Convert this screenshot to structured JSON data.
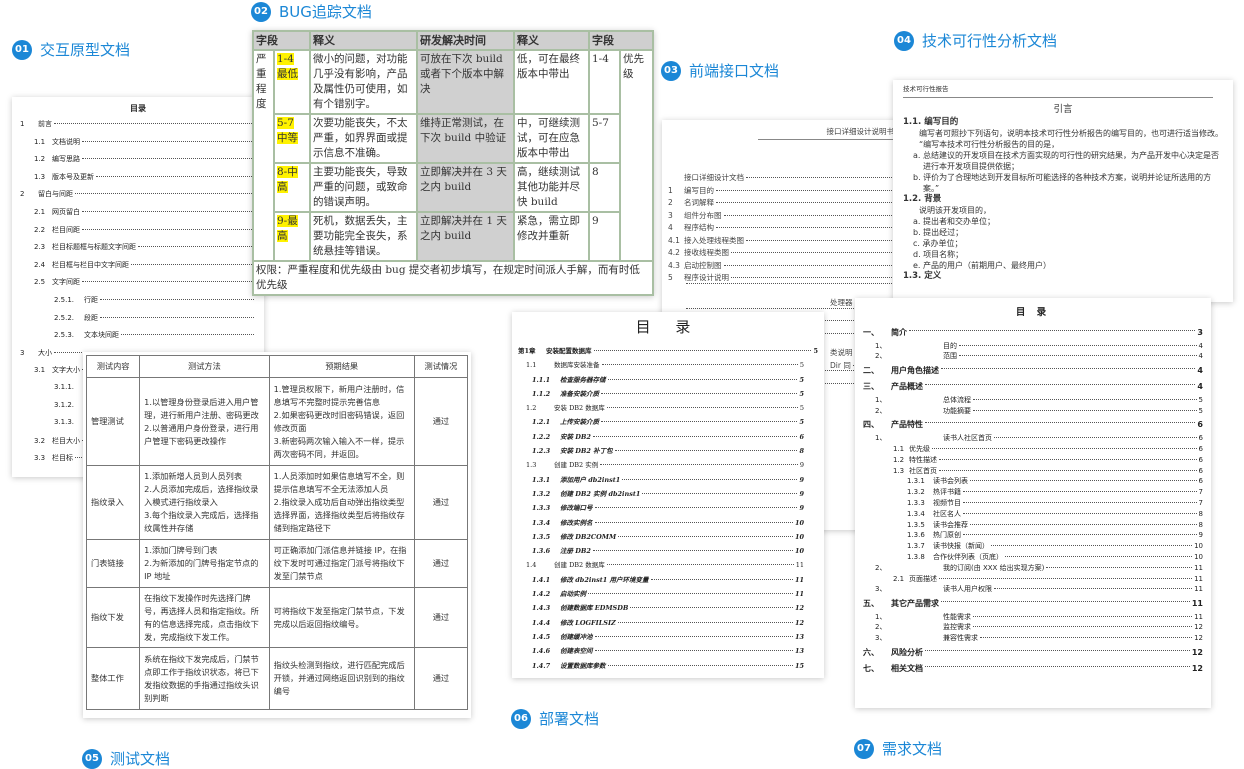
{
  "labels": [
    {
      "num": "01",
      "text": "交互原型文档"
    },
    {
      "num": "02",
      "text": "BUG追踪文档"
    },
    {
      "num": "03",
      "text": "前端接口文档"
    },
    {
      "num": "04",
      "text": "技术可行性分析文档"
    },
    {
      "num": "05",
      "text": "测试文档"
    },
    {
      "num": "06",
      "text": "部署文档"
    },
    {
      "num": "07",
      "text": "需求文档"
    }
  ],
  "doc01": {
    "title": "目录",
    "items": [
      {
        "num": "1",
        "text": "前言",
        "level": 0
      },
      {
        "num": "1.1",
        "text": "文档说明",
        "level": 1
      },
      {
        "num": "1.2",
        "text": "编写思路",
        "level": 1
      },
      {
        "num": "1.3",
        "text": "版本号及更新",
        "level": 1
      },
      {
        "num": "2",
        "text": "留白与间距",
        "level": 0
      },
      {
        "num": "2.1",
        "text": "网页留白",
        "level": 1
      },
      {
        "num": "2.2",
        "text": "栏目间距",
        "level": 1
      },
      {
        "num": "2.3",
        "text": "栏目标题框与标题文字间距",
        "level": 1
      },
      {
        "num": "2.4",
        "text": "栏目框与栏目中文字间距",
        "level": 1
      },
      {
        "num": "2.5",
        "text": "文字间距",
        "level": 1
      },
      {
        "num": "2.5.1.",
        "text": "行距",
        "level": 2
      },
      {
        "num": "2.5.2.",
        "text": "段距",
        "level": 2
      },
      {
        "num": "2.5.3.",
        "text": "文本块间距",
        "level": 2
      },
      {
        "num": "3",
        "text": "大小",
        "level": 0
      },
      {
        "num": "3.1",
        "text": "文字大小",
        "level": 1
      },
      {
        "num": "3.1.1.",
        "text": "",
        "level": 2
      },
      {
        "num": "3.1.2.",
        "text": "",
        "level": 2
      },
      {
        "num": "3.1.3.",
        "text": "",
        "level": 2
      },
      {
        "num": "3.2",
        "text": "栏目大小",
        "level": 1
      },
      {
        "num": "3.3",
        "text": "栏目标",
        "level": 1
      }
    ]
  },
  "doc02": {
    "header": [
      "字段",
      "释义",
      "研发解决时间",
      "释义",
      "字段"
    ],
    "field": "严重程度",
    "priority": "优先级",
    "rows": [
      {
        "level": "1-4 最低",
        "desc": "微小的问题，对功能几乎没有影响，产品及属性仍可使用，如有个错别字。",
        "time": "可放在下次 build 或者下个版本中解决",
        "meaning": "低，可在最终版本中带出",
        "pr": "1-4"
      },
      {
        "level": "5-7 中等",
        "desc": "次要功能丧失，不太严重，如界界面或提示信息不准确。",
        "time": "维持正常测试，在下次 build 中验证",
        "meaning": "中，可继续测试，可在应急版本中带出",
        "pr": "5-7"
      },
      {
        "level": "8-中高",
        "desc": "主要功能丧失，导致严重的问题，或致命的错误声明。",
        "time": "立即解决并在 3 天之内 build",
        "meaning": "高，继续测试其他功能并尽快 build",
        "pr": "8"
      },
      {
        "level": "9-最高",
        "desc": "死机，数据丢失，主要功能完全丧失，系统悬挂等错误。",
        "time": "立即解决并在 1 天之内 build",
        "meaning": "紧急，需立即修改并重新",
        "pr": "9"
      }
    ],
    "footer": "权限：严重程度和优先级由 bug 提交者初步填写，在规定时间派人手解，而有时低优先级"
  },
  "doc03": {
    "header": "接口详细设计说明书",
    "items": [
      {
        "num": "",
        "text": "接口详细设计文档",
        "level": 0
      },
      {
        "num": "1",
        "text": "编写目的",
        "level": 0
      },
      {
        "num": "2",
        "text": "名词解释",
        "level": 0
      },
      {
        "num": "3",
        "text": "组件分布图",
        "level": 0
      },
      {
        "num": "4",
        "text": "程序结构",
        "level": 0
      },
      {
        "num": "4.1",
        "text": "接入处理线程类图",
        "level": 1
      },
      {
        "num": "4.2",
        "text": "接收线程类图",
        "level": 1
      },
      {
        "num": "4.3",
        "text": "启动控制图",
        "level": 1
      },
      {
        "num": "5",
        "text": "程序设计说明",
        "level": 0
      },
      {
        "num": "",
        "text": "",
        "level": 0
      },
      {
        "num": "",
        "text": "处理器",
        "level": 0
      },
      {
        "num": "",
        "text": "",
        "level": 0
      },
      {
        "num": "",
        "text": "",
        "level": 0
      },
      {
        "num": "",
        "text": "",
        "level": 0
      },
      {
        "num": "",
        "text": "类说明",
        "level": 0
      },
      {
        "num": "",
        "text": "Dir 同",
        "level": 0
      },
      {
        "num": "",
        "text": "",
        "level": 0
      },
      {
        "num": "",
        "text": "",
        "level": 0
      }
    ]
  },
  "doc04": {
    "header": "技术可行性报告",
    "title": "引言",
    "s1": "1.1.  编写目的",
    "p1": "编写者可照抄下列语句，说明本技术可行性分析报告的编写目的，也可进行适当修改。",
    "q1": "“编写本技术可行性分析报告的目的是，",
    "l1": [
      "a.  总结建议的开发项目在技术方面实现的可行性的研究结果，为产品开发中心决定是否进行本开发项目提供依据；",
      "b.  评价为了合理地达到开发目标所可能选择的各种技术方案，说明并论证所选用的方案。”"
    ],
    "s2": "1.2.  背景",
    "p2": "说明该开发项目的，",
    "l2": [
      "a.  提出者和交办单位；",
      "b.  提出经过；",
      "c.  承办单位；",
      "d.  项目名称；",
      "e.  产品的用户（前期用户、最终用户）"
    ],
    "s3": "1.3.  定义"
  },
  "doc05": {
    "header": [
      "测试内容",
      "测试方法",
      "预期结果",
      "测试情况"
    ],
    "rows": [
      [
        "管理测试",
        "1.以管理身份登录后进入用户管理，进行新用户注册、密码更改\n2.以普通用户身份登录，进行用户管理下密码更改操作",
        "1.管理员权限下，新用户注册时，信息填写不完整时提示完善信息\n2.如果密码更改时旧密码错误，返回修改页面\n3.新密码两次输入输入不一样，提示两次密码不同，并返回。",
        "通过"
      ],
      [
        "指纹录入",
        "1.添加新增人员到人员列表\n2.人员添加完成后，选择指纹录入模式进行指纹录入\n3.每个指纹录入完成后，选择指纹属性并存储",
        "1.人员添加时如果信息填写不全，则提示信息填写不全无法添加人员\n2.指纹录入成功后自动弹出指纹类型选择界面，选择指纹类型后将指纹存储到指定路径下",
        "通过"
      ],
      [
        "门表链接",
        "1.添加门牌号到门表\n2.为新添加的门牌号指定节点的 IP 地址",
        "可正确添加门派信息并链接 IP，在指纹下发时可通过指定门派号将指纹下发至门禁节点",
        "通过"
      ],
      [
        "指纹下发",
        "在指纹下发操作时先选择门牌号，再选择人员和指定指纹。所有的信息选择完成，点击指纹下发，完成指纹下发工作。",
        "可将指纹下发至指定门禁节点，下发完成以后返回指纹编号。",
        "通过"
      ],
      [
        "整体工作",
        "系统在指纹下发完成后，门禁节点即工作于指纹识状态，将已下发指纹数据的手指通过指纹头识别判断",
        "指纹头检测到指纹，进行匹配完成后开锁，并通过网络返回识别到的指纹编号",
        "通过"
      ]
    ]
  },
  "doc06": {
    "title": "目 录",
    "items": [
      {
        "num": "第1章",
        "text": "安装配置数据库",
        "page": "5",
        "level": 0
      },
      {
        "num": "1.1",
        "text": "数据库安装准备",
        "page": "5",
        "level": 1
      },
      {
        "num": "1.1.1",
        "text": "检查服务器存储",
        "page": "5",
        "level": 2
      },
      {
        "num": "1.1.2",
        "text": "准备安装介质",
        "page": "5",
        "level": 2
      },
      {
        "num": "1.2",
        "text": "安装 DB2 数据库",
        "page": "5",
        "level": 1
      },
      {
        "num": "1.2.1",
        "text": "上传安装介质",
        "page": "5",
        "level": 2
      },
      {
        "num": "1.2.2",
        "text": "安装 DB2",
        "page": "6",
        "level": 2
      },
      {
        "num": "1.2.3",
        "text": "安装 DB2 补丁包",
        "page": "8",
        "level": 2
      },
      {
        "num": "1.3",
        "text": "创建 DB2 实例",
        "page": "9",
        "level": 1
      },
      {
        "num": "1.3.1",
        "text": "添加用户 db2inst1",
        "page": "9",
        "level": 2
      },
      {
        "num": "1.3.2",
        "text": "创建 DB2 实例 db2inst1",
        "page": "9",
        "level": 2
      },
      {
        "num": "1.3.3",
        "text": "修改端口号",
        "page": "9",
        "level": 2
      },
      {
        "num": "1.3.4",
        "text": "修改实例名",
        "page": "10",
        "level": 2
      },
      {
        "num": "1.3.5",
        "text": "修改 DB2COMM",
        "page": "10",
        "level": 2
      },
      {
        "num": "1.3.6",
        "text": "注册 DB2",
        "page": "10",
        "level": 2
      },
      {
        "num": "1.4",
        "text": "创建 DB2 数据库",
        "page": "11",
        "level": 1
      },
      {
        "num": "1.4.1",
        "text": "修改 db2inst1 用户环境变量",
        "page": "11",
        "level": 2
      },
      {
        "num": "1.4.2",
        "text": "启动实例",
        "page": "11",
        "level": 2
      },
      {
        "num": "1.4.3",
        "text": "创建数据库 EDMSDB",
        "page": "12",
        "level": 2
      },
      {
        "num": "1.4.4",
        "text": "修改 LOGFILSIZ",
        "page": "12",
        "level": 2
      },
      {
        "num": "1.4.5",
        "text": "创建缓冲池",
        "page": "13",
        "level": 2
      },
      {
        "num": "1.4.6",
        "text": "创建表空间",
        "page": "13",
        "level": 2
      },
      {
        "num": "1.4.7",
        "text": "设置数据库参数",
        "page": "15",
        "level": 2
      }
    ]
  },
  "doc07": {
    "title": "目 录",
    "items": [
      {
        "num": "一、",
        "text": "简介",
        "page": "3",
        "level": 0
      },
      {
        "num": "1、",
        "text": "目的",
        "page": "4",
        "level": 1
      },
      {
        "num": "2、",
        "text": "范围",
        "page": "4",
        "level": 1
      },
      {
        "num": "二、",
        "text": "用户角色描述",
        "page": "4",
        "level": 0
      },
      {
        "num": "三、",
        "text": "产品概述",
        "page": "4",
        "level": 0
      },
      {
        "num": "1、",
        "text": "总体流程",
        "page": "5",
        "level": 1
      },
      {
        "num": "2、",
        "text": "功能摘要",
        "page": "5",
        "level": 1
      },
      {
        "num": "四、",
        "text": "产品特性",
        "page": "6",
        "level": 0
      },
      {
        "num": "1、",
        "text": "读书人社区首页",
        "page": "6",
        "level": 1
      },
      {
        "num": "1.1",
        "text": "优先级",
        "page": "6",
        "level": 2
      },
      {
        "num": "1.2",
        "text": "特性描述",
        "page": "6",
        "level": 2
      },
      {
        "num": "1.3",
        "text": "社区首页",
        "page": "6",
        "level": 2
      },
      {
        "num": "1.3.1",
        "text": "读书会列表",
        "page": "6",
        "level": 3
      },
      {
        "num": "1.3.2",
        "text": "热评书籍",
        "page": "7",
        "level": 3
      },
      {
        "num": "1.3.3",
        "text": "视频节目",
        "page": "7",
        "level": 3
      },
      {
        "num": "1.3.4",
        "text": "社区名人",
        "page": "8",
        "level": 3
      },
      {
        "num": "1.3.5",
        "text": "读书会推荐",
        "page": "8",
        "level": 3
      },
      {
        "num": "1.3.6",
        "text": "热门原创",
        "page": "9",
        "level": 3
      },
      {
        "num": "1.3.7",
        "text": "读书快报（新闻）",
        "page": "10",
        "level": 3
      },
      {
        "num": "1.3.8",
        "text": "合作伙伴列表（页底）",
        "page": "10",
        "level": 3
      },
      {
        "num": "2、",
        "text": "我的订阅(由 XXX 给出实现方案)",
        "page": "11",
        "level": 1
      },
      {
        "num": "2.1",
        "text": "页面描述",
        "page": "11",
        "level": 2
      },
      {
        "num": "3、",
        "text": "读书人用户权限",
        "page": "11",
        "level": 1
      },
      {
        "num": "五、",
        "text": "其它产品需求",
        "page": "11",
        "level": 0
      },
      {
        "num": "1、",
        "text": "性能需求",
        "page": "11",
        "level": 1
      },
      {
        "num": "2、",
        "text": "监控需求",
        "page": "12",
        "level": 1
      },
      {
        "num": "3、",
        "text": "兼容性需求",
        "page": "12",
        "level": 1
      },
      {
        "num": "六、",
        "text": "风险分析",
        "page": "12",
        "level": 0
      },
      {
        "num": "七、",
        "text": "相关文档",
        "page": "12",
        "level": 0
      }
    ]
  },
  "colors": {
    "accent": "#1b87d6",
    "highlight": "#fff200"
  }
}
